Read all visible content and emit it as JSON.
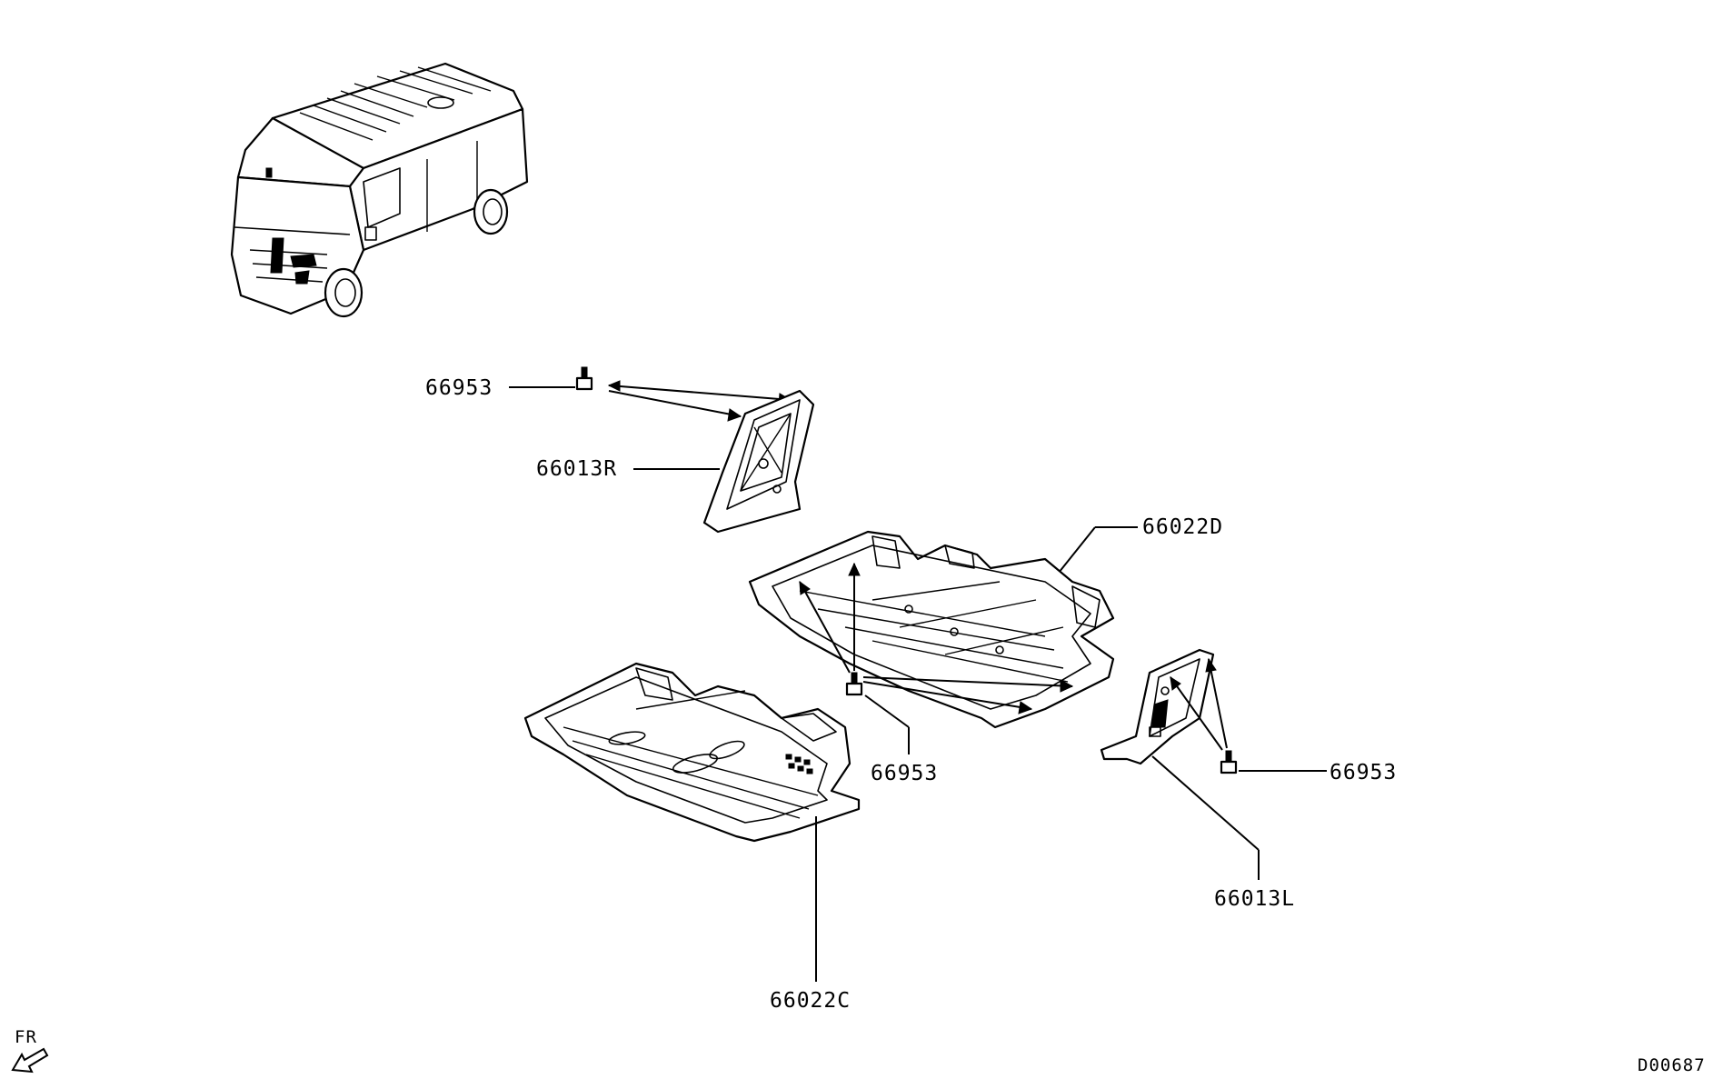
{
  "labels": {
    "bolt_top": "66953",
    "bracket_right": "66013R",
    "cover_rear": "66022D",
    "bolt_center": "66953",
    "bolt_right": "66953",
    "cover_front": "66022C",
    "bracket_left": "66013L"
  },
  "direction": {
    "text": "FR",
    "icon": "front-direction-arrow-icon"
  },
  "diagram_code": "D00687"
}
